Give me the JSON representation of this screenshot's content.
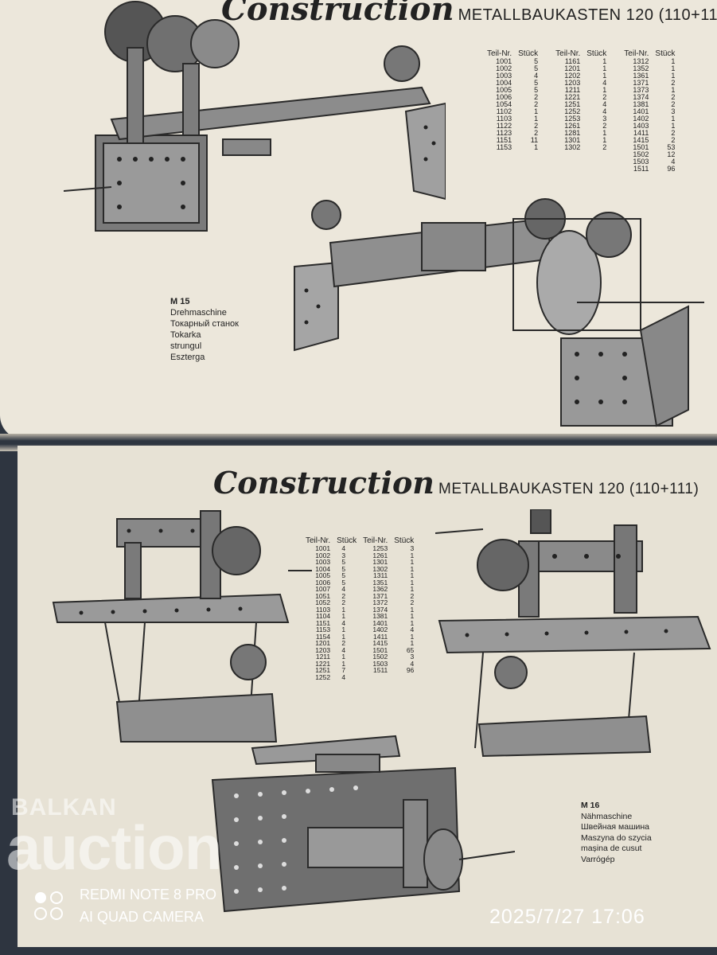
{
  "top_page": {
    "brand": "Construction",
    "kit_title": "METALLBAUKASTEN 120 (110+111",
    "table_headers": [
      "Teil-Nr.",
      "Stück",
      "Teil-Nr.",
      "Stück",
      "Teil-Nr.",
      "Stück"
    ],
    "col1": [
      [
        "1001",
        "5"
      ],
      [
        "1002",
        "5"
      ],
      [
        "1003",
        "4"
      ],
      [
        "1004",
        "5"
      ],
      [
        "1005",
        "5"
      ],
      [
        "1006",
        "2"
      ],
      [
        "1054",
        "2"
      ],
      [
        "1102",
        "1"
      ],
      [
        "1103",
        "1"
      ],
      [
        "1122",
        "2"
      ],
      [
        "1123",
        "2"
      ],
      [
        "1151",
        "11"
      ],
      [
        "1153",
        "1"
      ]
    ],
    "col2": [
      [
        "1161",
        "1"
      ],
      [
        "1201",
        "1"
      ],
      [
        "1202",
        "1"
      ],
      [
        "1203",
        "4"
      ],
      [
        "1211",
        "1"
      ],
      [
        "1221",
        "2"
      ],
      [
        "1251",
        "4"
      ],
      [
        "1252",
        "4"
      ],
      [
        "1253",
        "3"
      ],
      [
        "1261",
        "2"
      ],
      [
        "1281",
        "1"
      ],
      [
        "1301",
        "1"
      ],
      [
        "1302",
        "2"
      ]
    ],
    "col3": [
      [
        "1312",
        "1"
      ],
      [
        "1352",
        "1"
      ],
      [
        "1361",
        "1"
      ],
      [
        "1371",
        "2"
      ],
      [
        "1373",
        "1"
      ],
      [
        "1374",
        "2"
      ],
      [
        "1381",
        "2"
      ],
      [
        "1401",
        "3"
      ],
      [
        "1402",
        "1"
      ],
      [
        "1403",
        "1"
      ],
      [
        "1411",
        "2"
      ],
      [
        "1415",
        "2"
      ],
      [
        "1501",
        "53"
      ],
      [
        "1502",
        "12"
      ],
      [
        "1503",
        "4"
      ],
      [
        "1511",
        "96"
      ]
    ],
    "model": {
      "code": "M 15",
      "names": [
        "Drehmaschine",
        "Токарный станок",
        "Tokarka",
        "strungul",
        "Eszterga"
      ]
    }
  },
  "bottom_page": {
    "brand": "Construction",
    "kit_title": "METALLBAUKASTEN 120 (110+111)",
    "table_headers": [
      "Teil-Nr.",
      "Stück",
      "Teil-Nr.",
      "Stück"
    ],
    "col1": [
      [
        "1001",
        "4"
      ],
      [
        "1002",
        "3"
      ],
      [
        "1003",
        "5"
      ],
      [
        "1004",
        "5"
      ],
      [
        "1005",
        "5"
      ],
      [
        "1006",
        "5"
      ],
      [
        "1007",
        "4"
      ],
      [
        "1051",
        "2"
      ],
      [
        "1052",
        "2"
      ],
      [
        "1103",
        "1"
      ],
      [
        "1104",
        "1"
      ],
      [
        "1151",
        "4"
      ],
      [
        "1153",
        "1"
      ],
      [
        "1154",
        "1"
      ],
      [
        "1201",
        "2"
      ],
      [
        "1203",
        "4"
      ],
      [
        "1211",
        "1"
      ],
      [
        "1221",
        "1"
      ],
      [
        "1251",
        "7"
      ],
      [
        "1252",
        "4"
      ]
    ],
    "col2": [
      [
        "1253",
        "3"
      ],
      [
        "1261",
        "1"
      ],
      [
        "1301",
        "1"
      ],
      [
        "1302",
        "1"
      ],
      [
        "1311",
        "1"
      ],
      [
        "1351",
        "1"
      ],
      [
        "1362",
        "1"
      ],
      [
        "1371",
        "2"
      ],
      [
        "1372",
        "2"
      ],
      [
        "1374",
        "1"
      ],
      [
        "1381",
        "1"
      ],
      [
        "1401",
        "1"
      ],
      [
        "1402",
        "4"
      ],
      [
        "1411",
        "1"
      ],
      [
        "1415",
        "1"
      ],
      [
        "1501",
        "65"
      ],
      [
        "1502",
        "3"
      ],
      [
        "1503",
        "4"
      ],
      [
        "1511",
        "96"
      ]
    ],
    "model": {
      "code": "M 16",
      "names": [
        "Nähmaschine",
        "Швейная машина",
        "Maszyna do szycia",
        "mașina de cusut",
        "Varrógép"
      ]
    }
  },
  "camera_overlay": {
    "line1": "REDMI NOTE 8 PRO",
    "line2": "AI QUAD CAMERA",
    "timestamp": "2025/7/27 17:06"
  },
  "watermark": {
    "line1": "BALKAN",
    "line2": "auction"
  },
  "colors": {
    "paper": "#e9e4d8",
    "ink": "#222222",
    "background": "#2e3540"
  }
}
